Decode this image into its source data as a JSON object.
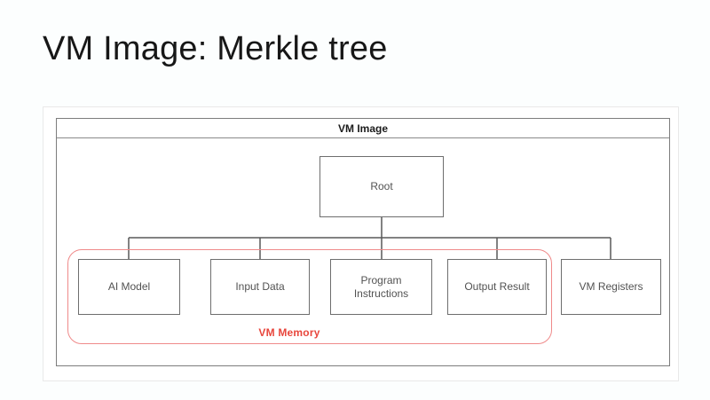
{
  "slide": {
    "title": "VM Image: Merkle tree"
  },
  "diagram": {
    "container_title": "VM Image",
    "type": "merkle-tree",
    "root": {
      "label": "Root"
    },
    "leaves": [
      {
        "id": "ai-model",
        "label": "AI Model",
        "in_vm_memory": true
      },
      {
        "id": "input-data",
        "label": "Input Data",
        "in_vm_memory": true
      },
      {
        "id": "program",
        "label": "Program\nInstructions",
        "in_vm_memory": true
      },
      {
        "id": "output",
        "label": "Output Result",
        "in_vm_memory": true
      },
      {
        "id": "vm-reg",
        "label": "VM Registers",
        "in_vm_memory": false
      }
    ],
    "group": {
      "label": "VM Memory",
      "color": "#e8463c",
      "outline_color": "#ef8a8a"
    },
    "colors": {
      "background": "#fcfefe",
      "box_border": "#6e6e6e",
      "box_fill": "#ffffff",
      "connector": "#595959",
      "text": "#525252",
      "title_text": "#171717"
    }
  }
}
